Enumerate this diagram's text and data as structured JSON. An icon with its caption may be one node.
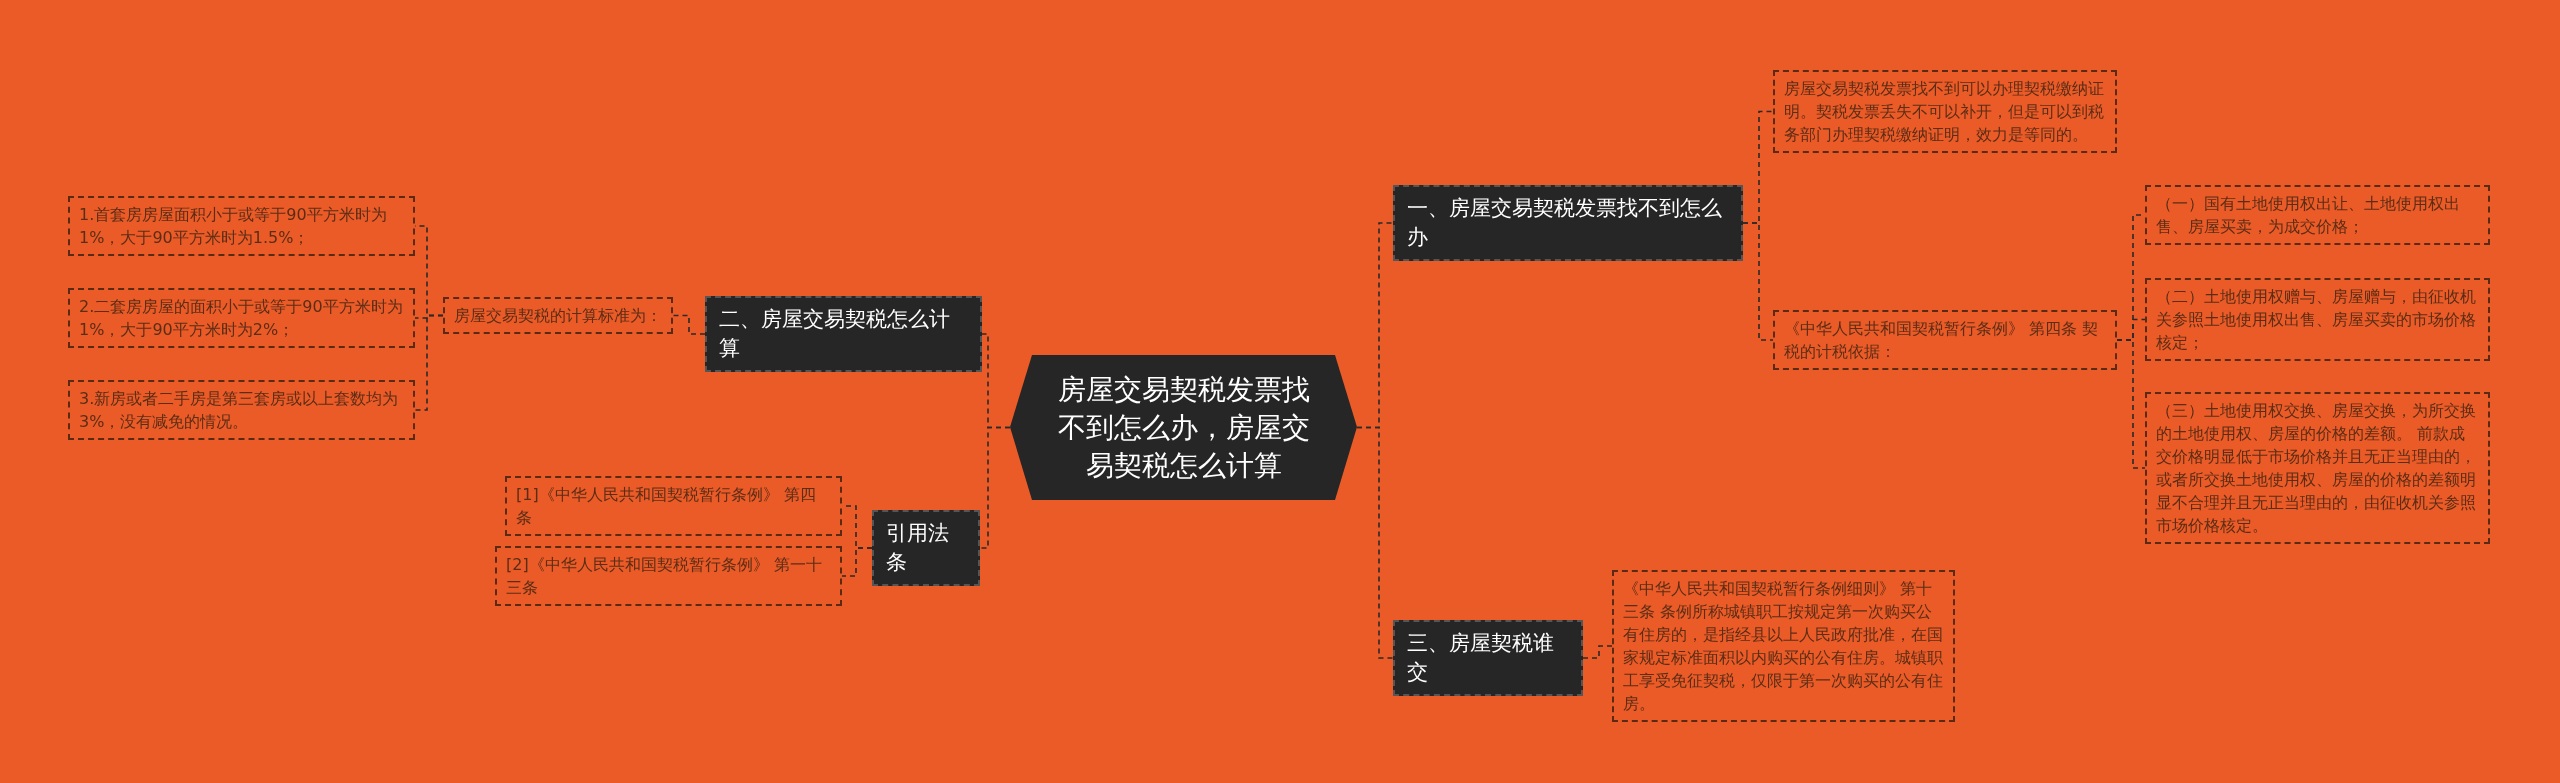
{
  "diagram": {
    "nodes": [
      {
        "text": [
          "房屋交易契税发票找不到怎么办，房屋交易契税怎么计算"
        ]
      },
      {
        "text": [
          "一、房屋交易契税发票找不到怎么办"
        ]
      },
      {
        "text": [
          "房屋交易契税发票找不到可以办理契税缴纳证明。契税发票丢失不可以补开，但是可以到税务部门办理契税缴纳证明，效力是等同的。"
        ]
      },
      {
        "text": [
          "《中华人民共和国契税暂行条例》 第四条 契税的计税依据："
        ]
      },
      {
        "text": [
          "（一）国有土地使用权出让、土地使用权出售、房屋买卖，为成交价格；"
        ]
      },
      {
        "text": [
          "（二）土地使用权赠与、房屋赠与，由征收机关参照土地使用权出售、房屋买卖的市场价格核定；"
        ]
      },
      {
        "text": [
          "（三）土地使用权交换、房屋交换，为所交换的土地使用权、房屋的价格的差额。 前款成交价格明显低于市场价格并且无正当理由的，或者所交换土地使用权、房屋的价格的差额明显不合理并且无正当理由的，由征收机关参照市场价格核定。"
        ]
      },
      {
        "text": [
          "三、房屋契税谁交"
        ]
      },
      {
        "text": [
          "《中华人民共和国契税暂行条例细则》 第十三条 条例所称城镇职工按规定第一次购买公有住房的，是指经县以上人民政府批准，在国家规定标准面积以内购买的公有住房。城镇职工享受免征契税，仅限于第一次购买的公有住房。"
        ]
      },
      {
        "text": [
          "二、房屋交易契税怎么计算"
        ]
      },
      {
        "text": [
          "房屋交易契税的计算标准为："
        ]
      },
      {
        "text": [
          "1.首套房房屋面积小于或等于90平方米时为1%，大于90平方米时为1.5%；"
        ]
      },
      {
        "text": [
          "2.二套房房屋的面积小于或等于90平方米时为1%，大于90平方米时为2%；"
        ]
      },
      {
        "text": [
          "3.新房或者二手房是第三套房或以上套数均为3%，没有减免的情况。"
        ]
      },
      {
        "text": [
          "引用法条"
        ]
      },
      {
        "text": [
          "[1]《中华人民共和国契税暂行条例》 第四条"
        ]
      },
      {
        "text": [
          "[2]《中华人民共和国契税暂行条例》 第一十三条"
        ]
      }
    ],
    "edges": [
      {
        "from": 0,
        "to": 1,
        "arrow": "none"
      },
      {
        "from": 0,
        "to": 7,
        "arrow": "none"
      },
      {
        "from": 0,
        "to": 9,
        "arrow": "none"
      },
      {
        "from": 0,
        "to": 14,
        "arrow": "none"
      },
      {
        "from": 1,
        "to": 2,
        "arrow": "none"
      },
      {
        "from": 1,
        "to": 3,
        "arrow": "none"
      },
      {
        "from": 3,
        "to": 4,
        "arrow": "none"
      },
      {
        "from": 3,
        "to": 5,
        "arrow": "none"
      },
      {
        "from": 3,
        "to": 6,
        "arrow": "none"
      },
      {
        "from": 7,
        "to": 8,
        "arrow": "none"
      },
      {
        "from": 9,
        "to": 10,
        "arrow": "none"
      },
      {
        "from": 10,
        "to": 11,
        "arrow": "none"
      },
      {
        "from": 10,
        "to": 12,
        "arrow": "none"
      },
      {
        "from": 10,
        "to": 13,
        "arrow": "none"
      },
      {
        "from": 14,
        "to": 15,
        "arrow": "none"
      },
      {
        "from": 14,
        "to": 16,
        "arrow": "none"
      }
    ]
  }
}
